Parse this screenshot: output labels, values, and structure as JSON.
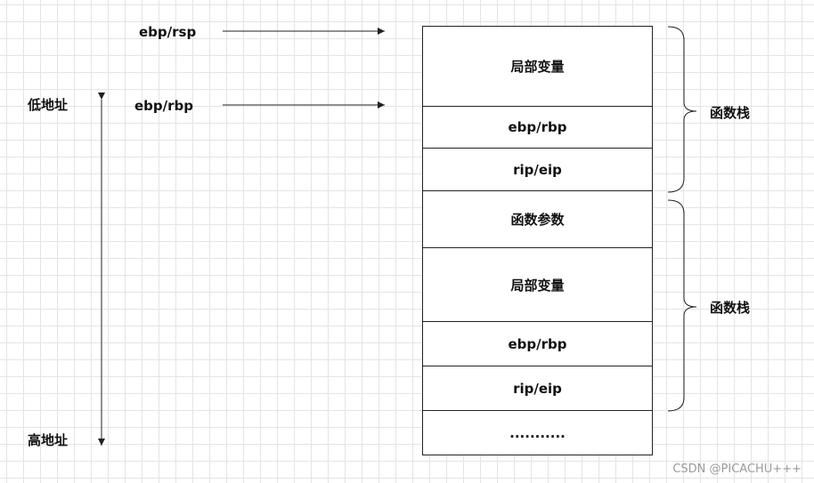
{
  "pointers": {
    "top": "ebp/rsp",
    "base": "ebp/rbp"
  },
  "address": {
    "low": "低地址",
    "high": "高地址"
  },
  "stack_cells": [
    "局部变量",
    "ebp/rbp",
    "rip/eip",
    "函数参数",
    "局部变量",
    "ebp/rbp",
    "rip/eip",
    "..........."
  ],
  "frames": {
    "upper": "函数栈",
    "lower": "函数栈"
  },
  "watermark": "CSDN @PICACHU+++"
}
